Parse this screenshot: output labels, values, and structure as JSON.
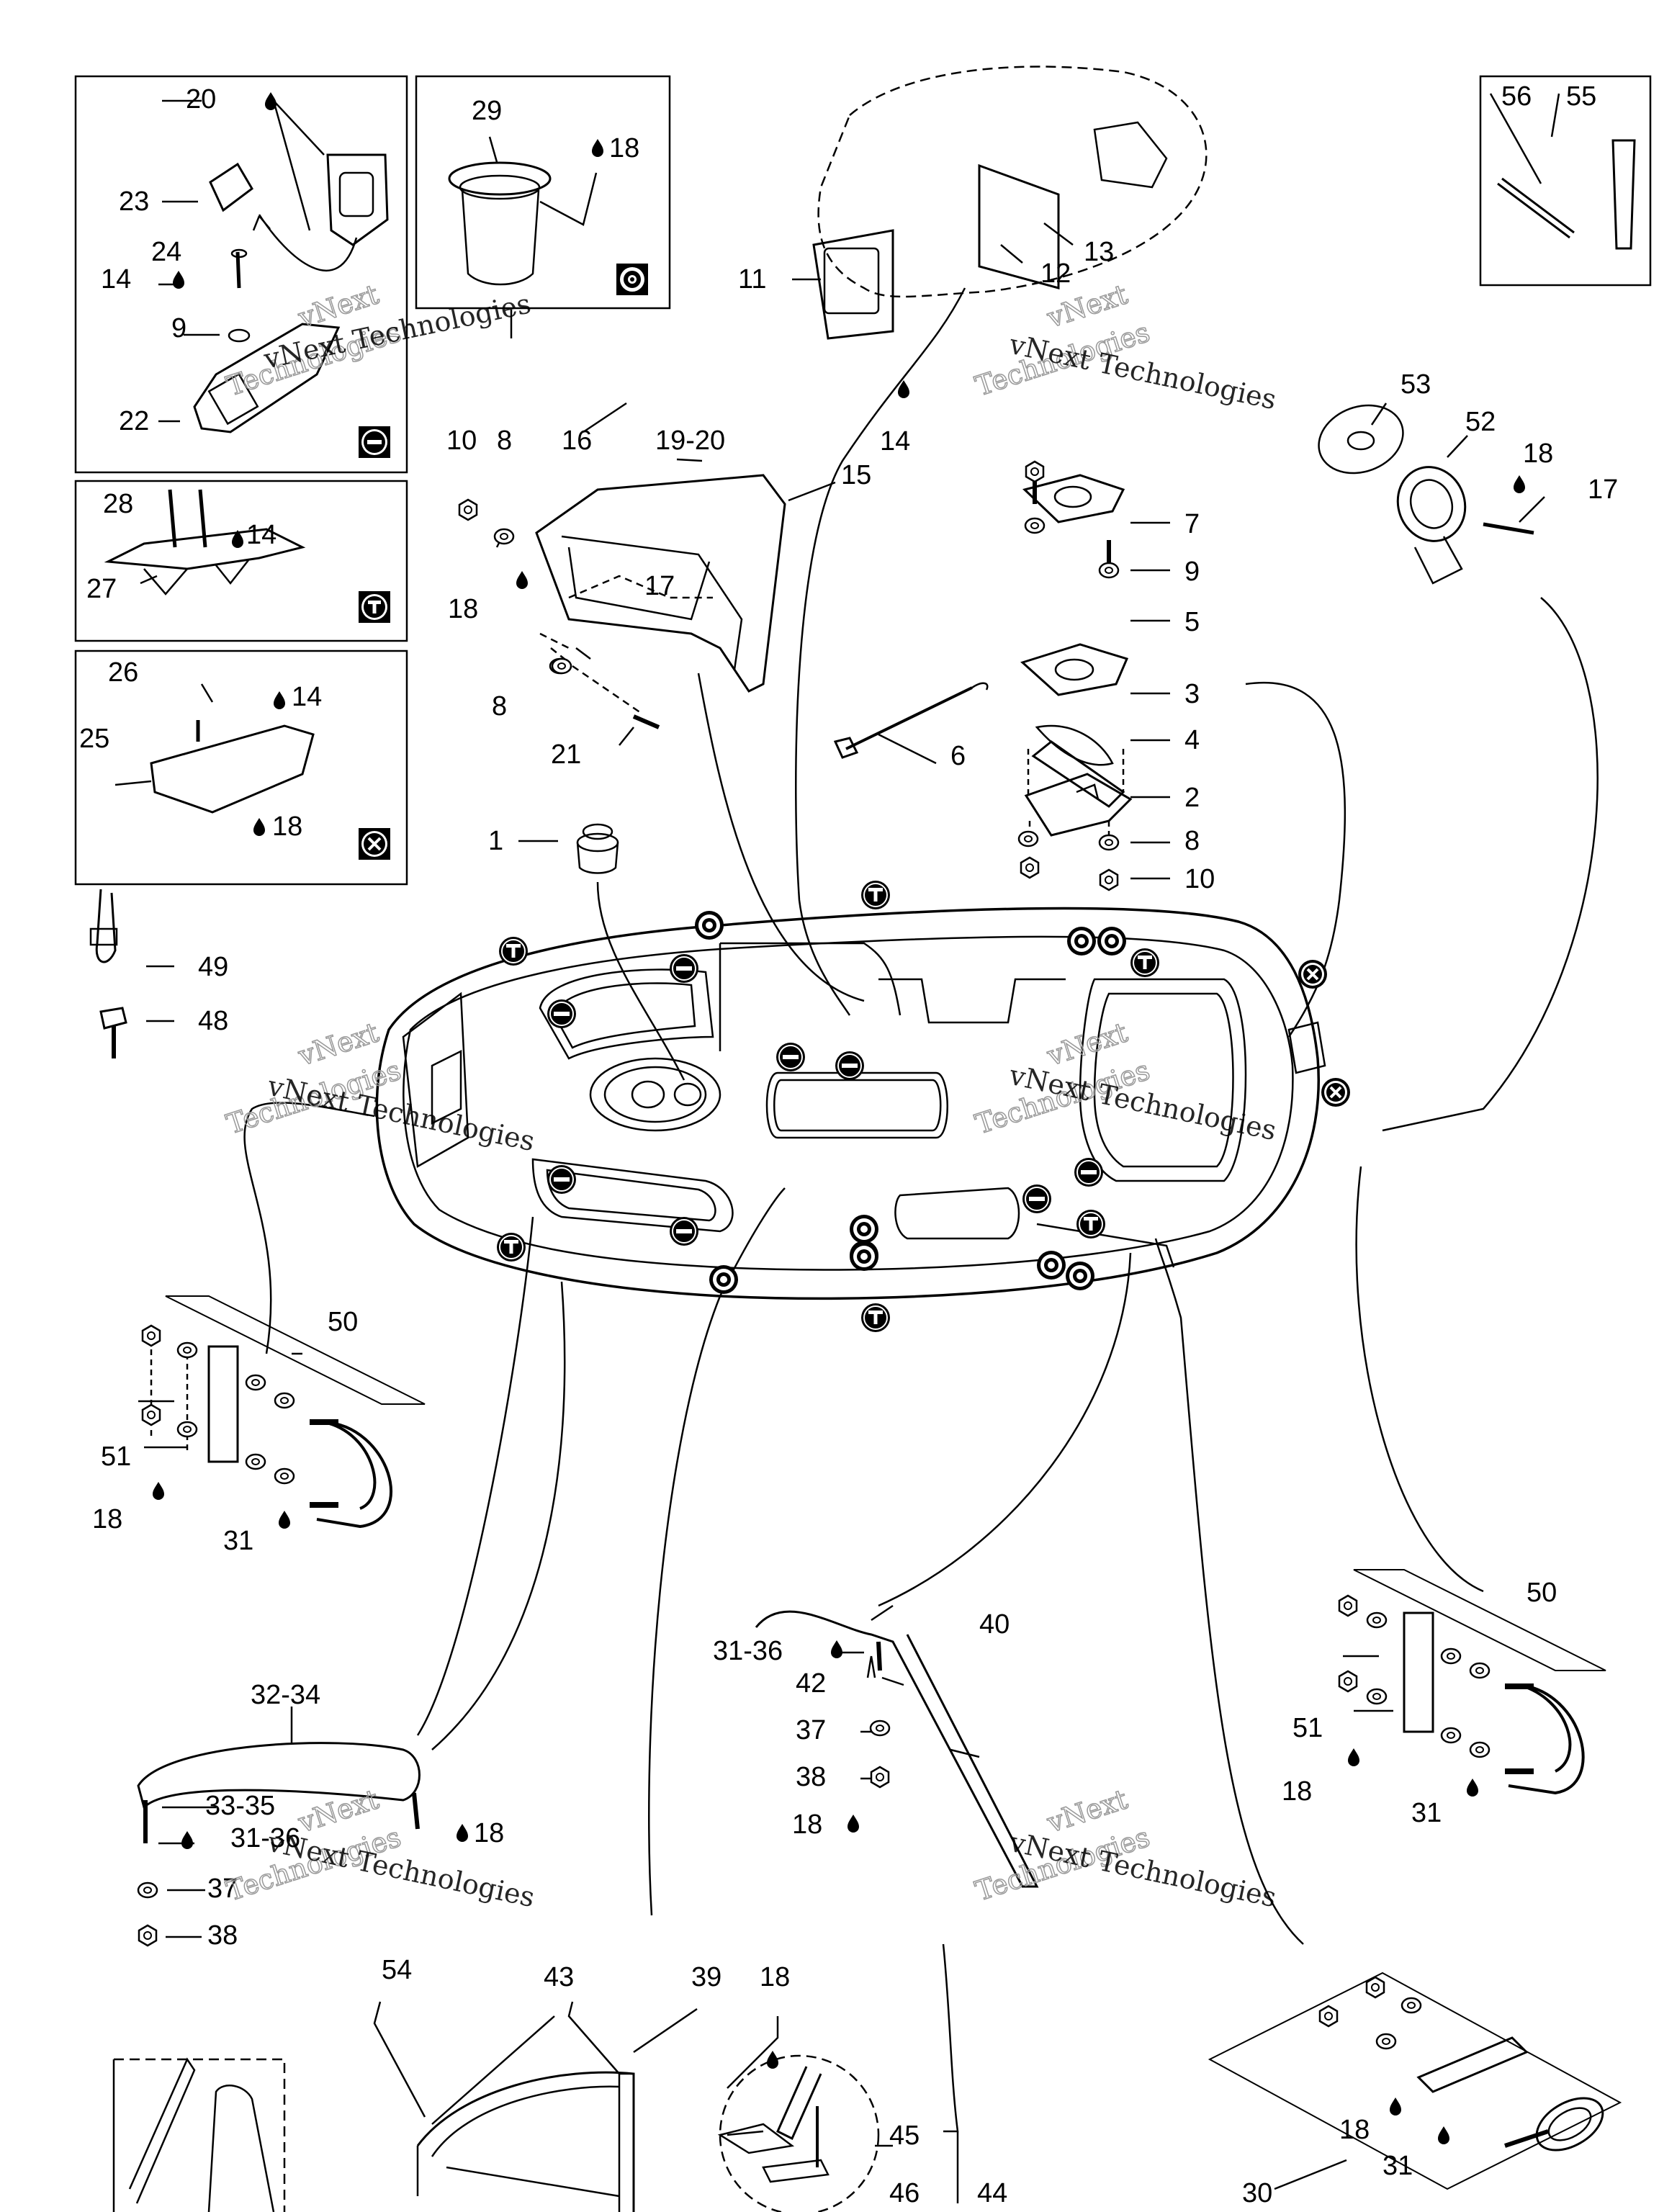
{
  "watermark": {
    "line1": "vNext",
    "line2": "Technologies",
    "full": "vNext Technologies"
  },
  "callouts": [
    "1",
    "2",
    "3",
    "4",
    "5",
    "6",
    "7",
    "8",
    "9",
    "10",
    "11",
    "12",
    "13",
    "14",
    "15",
    "16",
    "17",
    "18",
    "19-20",
    "20",
    "21",
    "22",
    "23",
    "24",
    "25",
    "26",
    "27",
    "28",
    "29",
    "30",
    "31",
    "31-36",
    "32-34",
    "33-35",
    "37",
    "38",
    "39",
    "40",
    "42",
    "43",
    "44",
    "45",
    "46",
    "48",
    "49",
    "50",
    "51",
    "52",
    "53",
    "54",
    "55",
    "56"
  ],
  "legend_symbols": {
    "minus": "minus-badge",
    "tee": "t-badge",
    "target": "target-badge",
    "cross": "x-badge",
    "drop": "drop-icon"
  }
}
